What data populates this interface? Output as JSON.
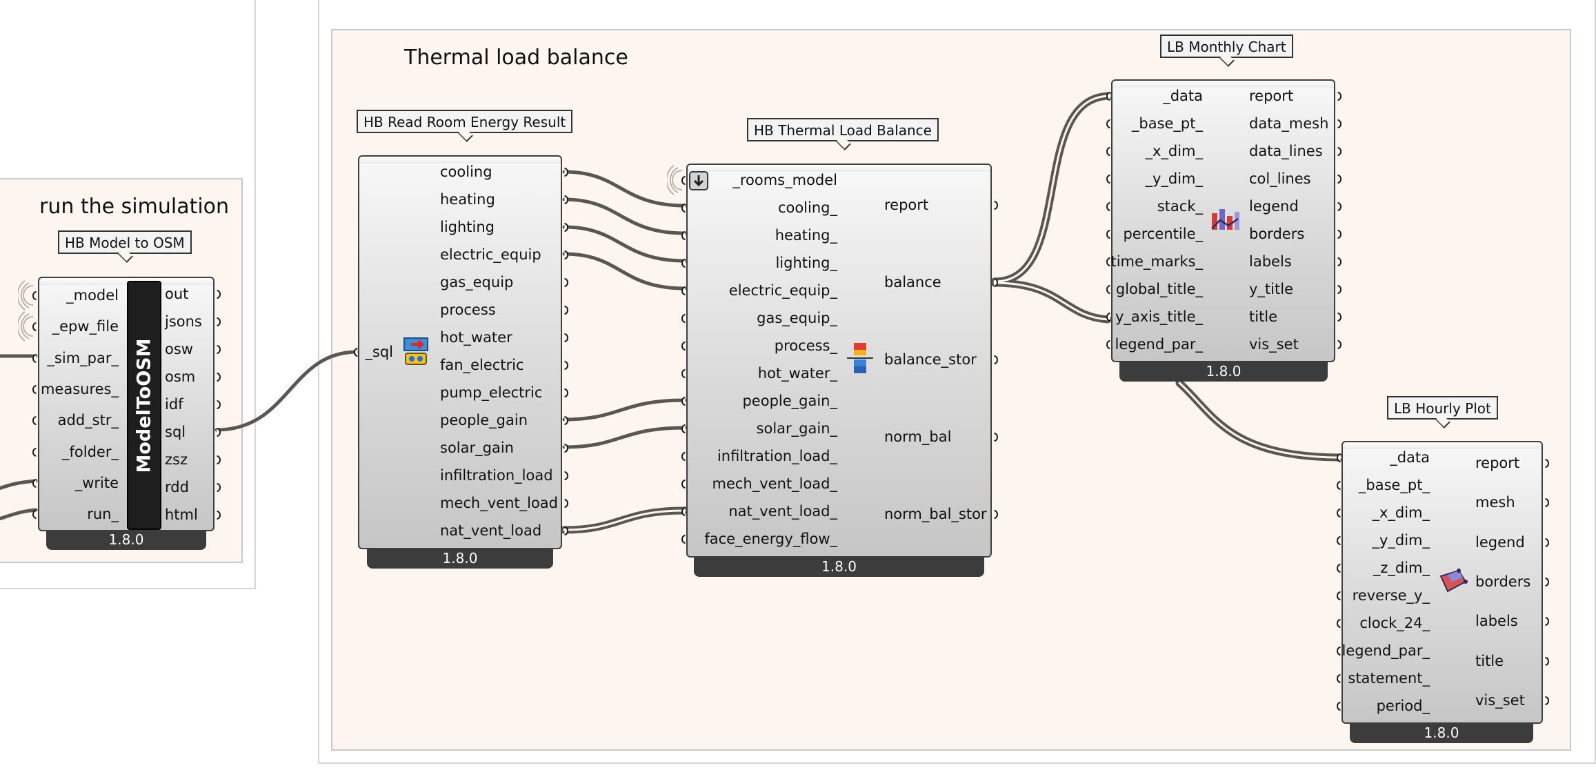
{
  "groups": {
    "simulation": {
      "title": "run the simulation"
    },
    "thermal": {
      "title": "Thermal load balance"
    }
  },
  "components": {
    "model_to_osm": {
      "tag": "HB Model to OSM",
      "bar_label": "ModelToOSM",
      "version": "1.8.0",
      "inputs": [
        "_model",
        "_epw_file",
        "_sim_par_",
        "measures_",
        "add_str_",
        "_folder_",
        "_write",
        "run_"
      ],
      "outputs": [
        "out",
        "jsons",
        "osw",
        "osm",
        "idf",
        "sql",
        "zsz",
        "rdd",
        "html"
      ]
    },
    "read_room": {
      "tag": "HB Read Room Energy Result",
      "version": "1.8.0",
      "inputs": [
        "_sql"
      ],
      "outputs": [
        "cooling",
        "heating",
        "lighting",
        "electric_equip",
        "gas_equip",
        "process",
        "hot_water",
        "fan_electric",
        "pump_electric",
        "people_gain",
        "solar_gain",
        "infiltration_load",
        "mech_vent_load",
        "nat_vent_load"
      ]
    },
    "thermal_balance": {
      "tag": "HB Thermal Load Balance",
      "version": "1.8.0",
      "inputs": [
        "_rooms_model",
        "cooling_",
        "heating_",
        "lighting_",
        "electric_equip_",
        "gas_equip_",
        "process_",
        "hot_water_",
        "people_gain_",
        "solar_gain_",
        "infiltration_load_",
        "mech_vent_load_",
        "nat_vent_load_",
        "face_energy_flow_"
      ],
      "outputs": [
        "report",
        "balance",
        "balance_stor",
        "norm_bal",
        "norm_bal_stor"
      ]
    },
    "monthly_chart": {
      "tag": "LB Monthly Chart",
      "version": "1.8.0",
      "inputs": [
        "_data",
        "_base_pt_",
        "_x_dim_",
        "_y_dim_",
        "stack_",
        "percentile_",
        "time_marks_",
        "global_title_",
        "y_axis_title_",
        "legend_par_"
      ],
      "outputs": [
        "report",
        "data_mesh",
        "data_lines",
        "col_lines",
        "legend",
        "borders",
        "labels",
        "y_title",
        "title",
        "vis_set"
      ]
    },
    "hourly_plot": {
      "tag": "LB Hourly Plot",
      "version": "1.8.0",
      "inputs": [
        "_data",
        "_base_pt_",
        "_x_dim_",
        "_y_dim_",
        "_z_dim_",
        "reverse_y_",
        "clock_24_",
        "legend_par_",
        "statement_",
        "period_"
      ],
      "outputs": [
        "report",
        "mesh",
        "legend",
        "borders",
        "labels",
        "title",
        "vis_set"
      ]
    }
  },
  "colors": {
    "canvas": "#ffffff",
    "group_fill": "#fdf5f0",
    "wire": "#5a5652",
    "component_border": "#3e3e3e"
  }
}
